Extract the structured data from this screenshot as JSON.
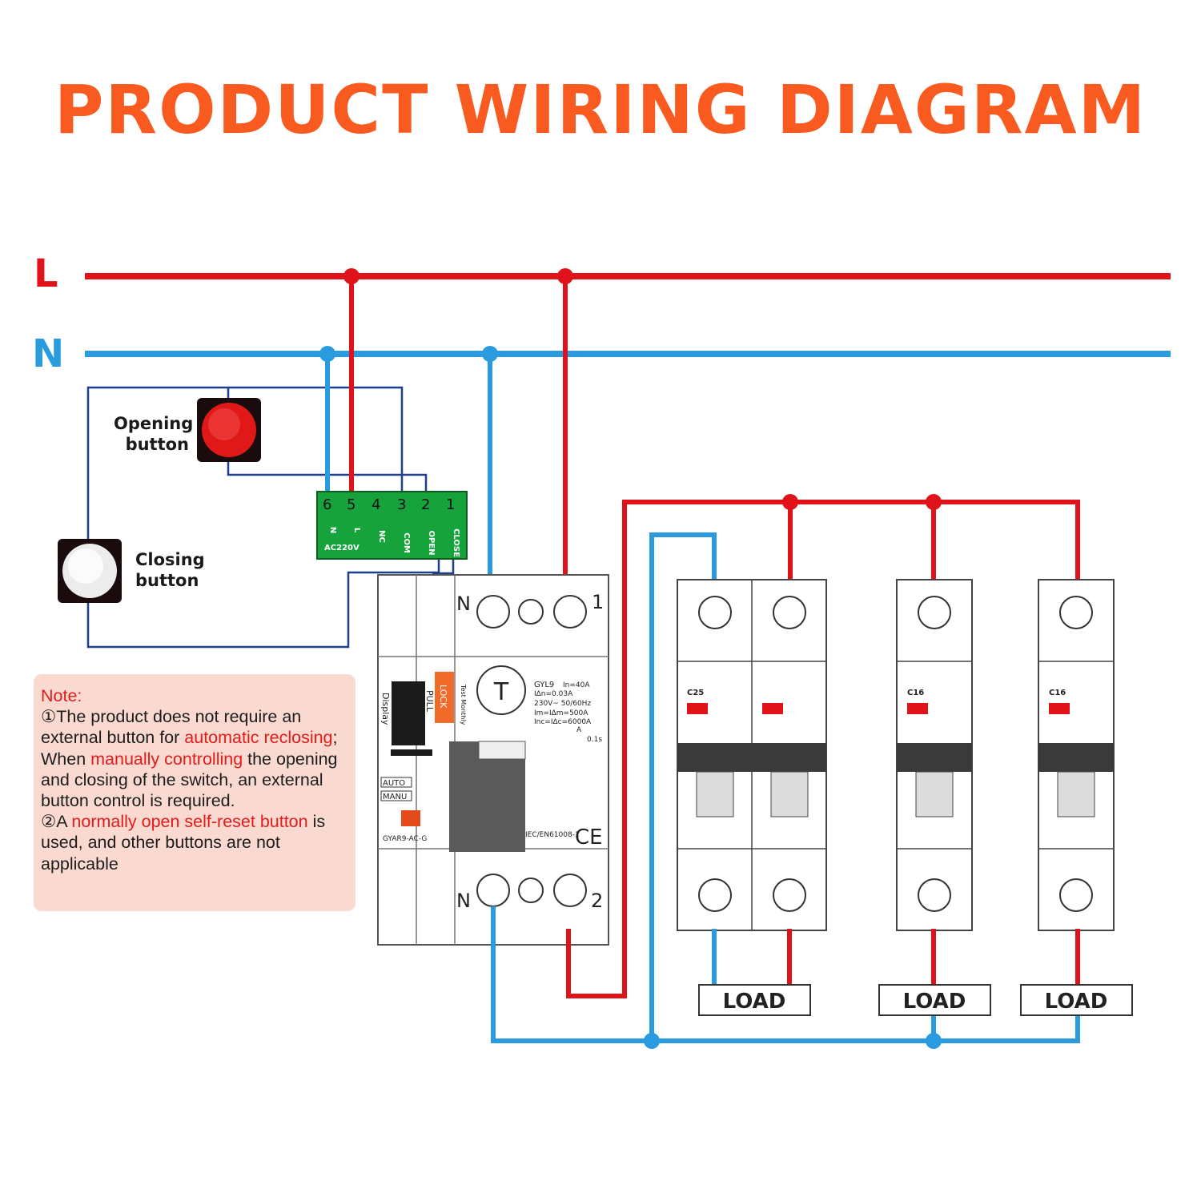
{
  "title": "PRODUCT WIRING DIAGRAM",
  "lines": {
    "live": "L",
    "neutral": "N"
  },
  "colors": {
    "live": "#e0131b",
    "neutral": "#2b9be0",
    "control": "#1f3e8c",
    "title": "#f95a1f"
  },
  "buttons": {
    "opening": {
      "label_line1": "Opening",
      "label_line2": "button"
    },
    "closing": {
      "label_line1": "Closing",
      "label_line2": "button"
    }
  },
  "module": {
    "terminals": [
      "6",
      "5",
      "4",
      "3",
      "2",
      "1"
    ],
    "tags": [
      "N",
      "L",
      "NC",
      "COM",
      "OPEN",
      "CLOSE"
    ],
    "rating": "AC220V"
  },
  "breaker": {
    "top_labels": [
      "N",
      "1"
    ],
    "bottom_labels": [
      "N",
      "2"
    ],
    "model": "GYL9",
    "specs": [
      "In=40A",
      "IΔn=0.03A",
      "230V~ 50/60Hz",
      "Im=IΔm=500A",
      "Inc=IΔc=6000A"
    ],
    "display_label": "Display",
    "lock_label": "LOCK",
    "pull_label": "PULL",
    "test_label": "Test Monthly",
    "auto_label": "AUTO",
    "manu_label": "MANU",
    "part_no": "GYAR9-AC-G",
    "standard": "IEC/EN61008-1",
    "time": "0.1s",
    "type_letter": "A"
  },
  "mcbs": [
    {
      "rating": "C25"
    },
    {
      "rating": "C16"
    },
    {
      "rating": "C16"
    }
  ],
  "loads": [
    "LOAD",
    "LOAD",
    "LOAD"
  ],
  "note": {
    "heading": "Note:",
    "p1_a": "①The product does not require an external button for ",
    "p1_hl": "automatic reclosing",
    "p1_b": ";",
    "p2_a": "When ",
    "p2_hl": "manually controlling",
    "p2_b": " the opening and closing of the switch, an external button control is required.",
    "p3_a": "②A ",
    "p3_hl": "normally open self-reset button",
    "p3_b": " is used, and other buttons are not applicable"
  }
}
